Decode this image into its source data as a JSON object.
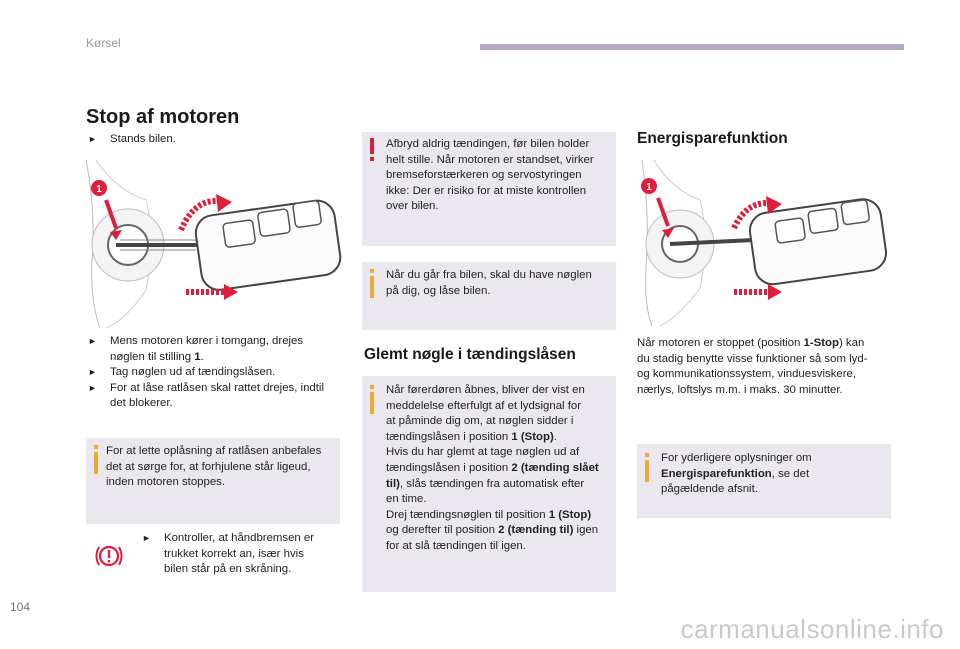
{
  "header": {
    "section": "Kørsel"
  },
  "page_number": "104",
  "watermark": "carmanualsonline.info",
  "icons": {
    "bullet": "bullet-marker-icon",
    "info": "info-icon",
    "warning": "exclamation-icon",
    "parking_brake": "parking-brake-warning-icon",
    "callout": "callout-number-badge"
  },
  "colors": {
    "accent": "#b7a7c2",
    "box": "#eae7ee",
    "info": "#f0a830",
    "warning": "#d81f3c"
  },
  "stop": {
    "title": "Stop af motoren",
    "step1": "Stands bilen.",
    "callout": "1",
    "steps": [
      [
        "Mens motoren kører i tomgang, drejes",
        "nøglen til stilling ",
        "1",
        "."
      ],
      [
        "Tag nøglen ud af tændingslåsen."
      ],
      [
        "For at låse ratlåsen skal rattet drejes, indtil",
        "det blokerer."
      ]
    ],
    "info_lines": [
      "For at lette oplåsning af ratlåsen anbefales",
      "det at sørge for, at forhjulene står ligeud,",
      "inden motoren stoppes."
    ],
    "brake_lines": [
      "Kontroller, at håndbremsen er",
      "trukket korrekt an, især hvis",
      "bilen står på en skråning."
    ]
  },
  "warning_box": {
    "lines": [
      "Afbryd aldrig tændingen, før bilen holder",
      "helt stille. Når motoren er standset, virker",
      "bremseforstærkeren og servostyringen",
      "ikke: Der er risiko for at miste kontrollen",
      "over bilen."
    ]
  },
  "info_key": {
    "lines": [
      "Når du går fra bilen, skal du have nøglen",
      "på dig, og låse bilen."
    ]
  },
  "forgotten": {
    "title": "Glemt nøgle i tændingslåsen",
    "l1": "Når førerdøren åbnes, bliver der vist en",
    "l2": "meddelelse efterfulgt af et lydsignal for",
    "l3": "at påminde dig om, at nøglen sidder i",
    "l4a": "tændingslåsen i position ",
    "l4b": "1 (Stop)",
    "l4c": ".",
    "l5": "Hvis du har glemt at tage nøglen ud af",
    "l6a": "tændingslåsen i position ",
    "l6b": "2 (tænding slået",
    "l7a": "til)",
    "l7b": ", slås tændingen fra automatisk efter",
    "l8": "en time.",
    "l9a": "Drej tændingsnøglen til position ",
    "l9b": "1 (Stop)",
    "l10a": "og derefter til position ",
    "l10b": "2 (tænding til)",
    "l10c": " igen",
    "l11": "for at slå tændingen til igen."
  },
  "energy": {
    "title": "Energisparefunktion",
    "callout": "1",
    "p1a": "Når motoren er stoppet (position ",
    "p1b": "1-Stop",
    "p1c": ") kan",
    "p2": "du stadig benytte visse funktioner så som lyd-",
    "p3": "og kommunikationssystem, vinduesviskere,",
    "p4": "nærlys, loftslys m.m. i maks. 30 minutter.",
    "info1": "For yderligere oplysninger om",
    "info2": "Energisparefunktion",
    "info3": ", se det",
    "info4": "pågældende afsnit."
  }
}
